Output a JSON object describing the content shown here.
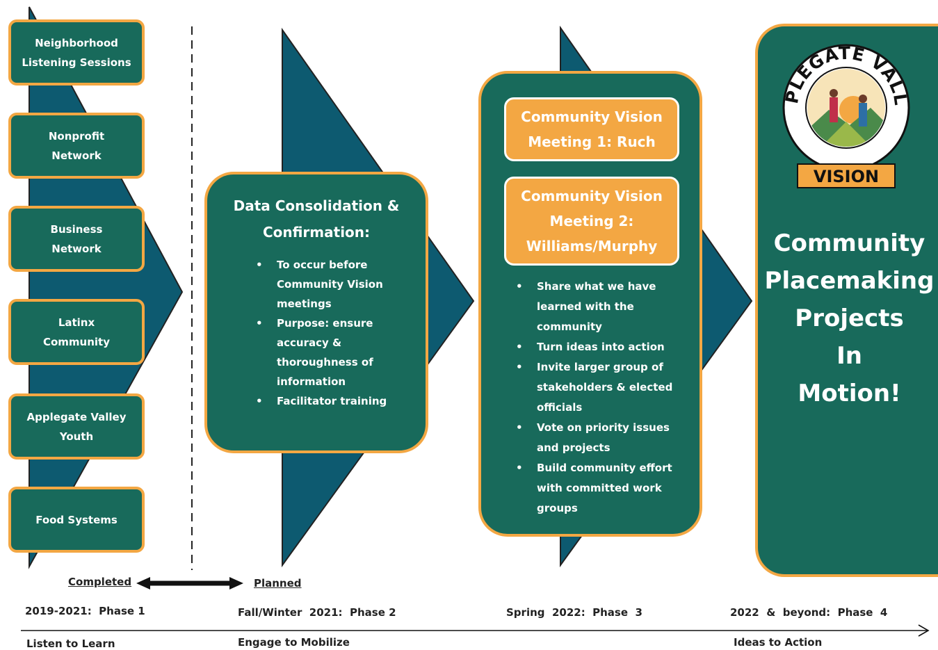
{
  "phase1": {
    "items": [
      "Neighborhood\nListening Sessions",
      "Nonprofit\nNetwork",
      "Business\nNetwork",
      "Latinx\nCommunity",
      "Applegate Valley\nYouth",
      "Food Systems"
    ]
  },
  "phase2": {
    "title_line1": "Data Consolidation &",
    "title_line2": "Confirmation:",
    "bullets": [
      "To occur before Community Vision meetings",
      "Purpose: ensure accuracy & thoroughness of information",
      "Facilitator training"
    ]
  },
  "phase3": {
    "meeting1_line1": "Community Vision",
    "meeting1_line2": "Meeting 1: Ruch",
    "meeting2_line1": "Community Vision",
    "meeting2_line2": "Meeting 2:",
    "meeting2_line3": "Williams/Murphy",
    "bullets": [
      "Share what we have learned with the community",
      "Turn ideas into action",
      "Invite larger group of stakeholders & elected officials",
      "Vote on priority issues and projects",
      "Build community effort with committed work groups"
    ]
  },
  "phase4": {
    "logo_arc_text": "APPLEGATE VALLEY",
    "logo_banner": "VISION",
    "lines": [
      "Community",
      "Placemaking",
      "Projects",
      "In",
      "Motion!"
    ]
  },
  "legend": {
    "completed": "Completed",
    "planned": "Planned"
  },
  "timeline": {
    "phase_labels": [
      "2019-2021:  Phase 1",
      "Fall/Winter  2021:  Phase 2",
      "Spring  2022:  Phase  3",
      "2022  &  beyond:  Phase  4"
    ],
    "stage_labels": [
      "Listen to Learn",
      "Engage to Mobilize",
      "Ideas to Action"
    ]
  },
  "colors": {
    "teal_box": "#186a5b",
    "teal_arrow": "#0d5a70",
    "orange": "#f3a743"
  }
}
